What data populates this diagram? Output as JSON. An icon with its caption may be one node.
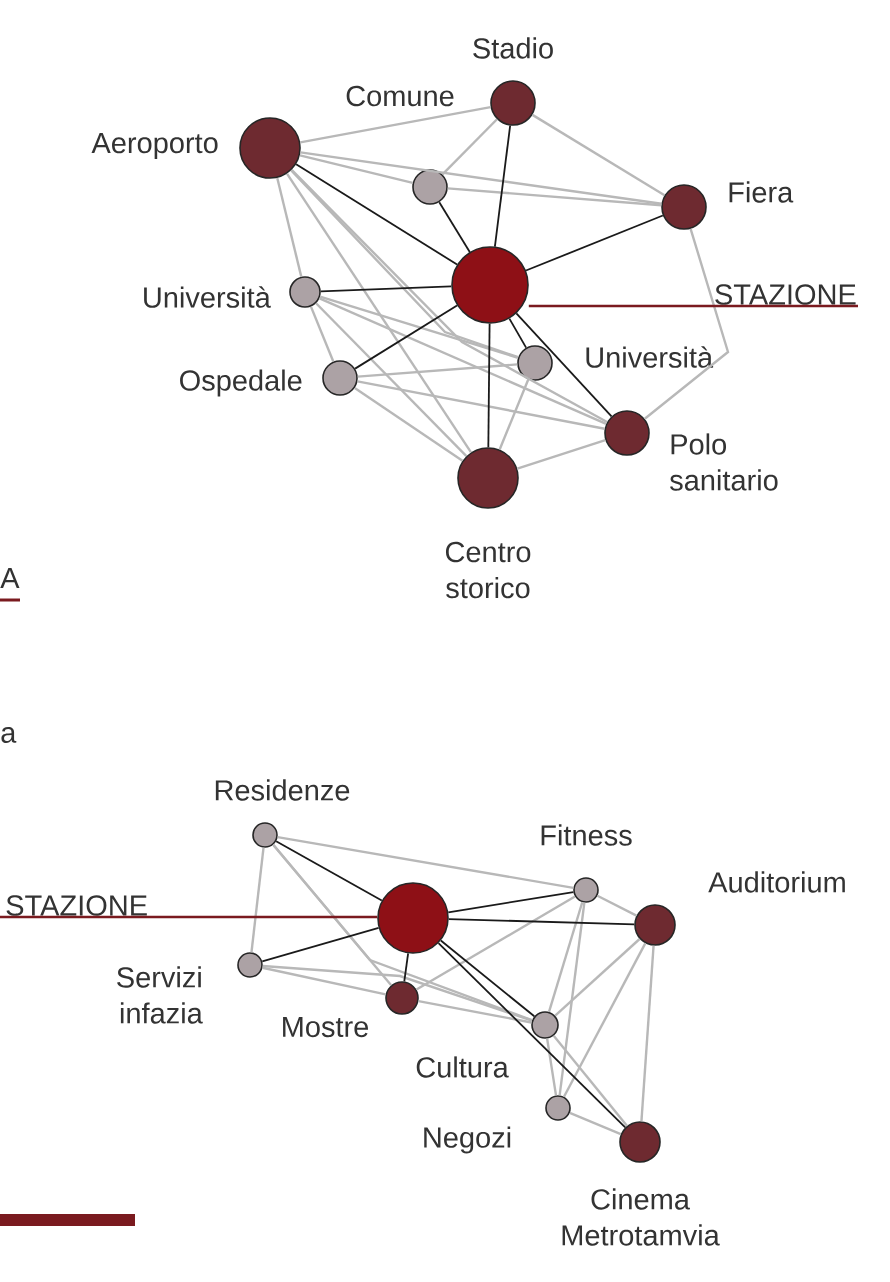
{
  "diagram": {
    "nodes": [
      {
        "text": [],
        "shape": "circle"
      },
      {
        "text": [
          "STAZIONE"
        ]
      },
      {
        "text": [
          "Stadio"
        ]
      },
      {
        "text": [
          "Aeroporto"
        ]
      },
      {
        "text": [
          "Comune"
        ]
      },
      {
        "text": [
          "Fiera"
        ]
      },
      {
        "text": [
          "Università"
        ]
      },
      {
        "text": [
          "Ospedale"
        ]
      },
      {
        "text": [
          "Università"
        ]
      },
      {
        "text": [
          "Polo sanitario"
        ]
      },
      {
        "text": [
          "Centro storico"
        ]
      },
      {
        "text": [],
        "shape": "circle"
      },
      {
        "text": [
          "STAZIONE"
        ]
      },
      {
        "text": [
          "Residenze"
        ]
      },
      {
        "text": [
          "Fitness"
        ]
      },
      {
        "text": [
          "Auditorium"
        ]
      },
      {
        "text": [
          "Servizi infazia"
        ]
      },
      {
        "text": [
          "Mostre"
        ]
      },
      {
        "text": [
          "Cultura"
        ]
      },
      {
        "text": [
          "Negozi"
        ]
      },
      {
        "text": [
          "Cinema Metrotamvia"
        ]
      }
    ],
    "edges": [
      {
        "from": 3,
        "to": 2,
        "arrow": "none"
      },
      {
        "from": 3,
        "to": 4,
        "arrow": "none"
      },
      {
        "from": 3,
        "to": 5,
        "arrow": "none"
      },
      {
        "from": 3,
        "to": 6,
        "arrow": "none"
      },
      {
        "from": 3,
        "to": 8,
        "arrow": "none"
      },
      {
        "from": 3,
        "to": 9,
        "arrow": "none"
      },
      {
        "from": 3,
        "to": 10,
        "arrow": "none"
      },
      {
        "from": 2,
        "to": 4,
        "arrow": "none"
      },
      {
        "from": 2,
        "to": 5,
        "arrow": "none"
      },
      {
        "from": 4,
        "to": 5,
        "arrow": "none"
      },
      {
        "from": 5,
        "to": 9,
        "arrow": "none"
      },
      {
        "from": 6,
        "to": 7,
        "arrow": "none"
      },
      {
        "from": 6,
        "to": 8,
        "arrow": "none"
      },
      {
        "from": 6,
        "to": 9,
        "arrow": "none"
      },
      {
        "from": 6,
        "to": 10,
        "arrow": "none"
      },
      {
        "from": 7,
        "to": 8,
        "arrow": "none"
      },
      {
        "from": 7,
        "to": 9,
        "arrow": "none"
      },
      {
        "from": 7,
        "to": 10,
        "arrow": "none"
      },
      {
        "from": 8,
        "to": 10,
        "arrow": "none"
      },
      {
        "from": 9,
        "to": 10,
        "arrow": "none"
      },
      {
        "from": 0,
        "to": 3,
        "arrow": "none",
        "color": "#1a1a1a"
      },
      {
        "from": 0,
        "to": 4,
        "arrow": "none",
        "color": "#1a1a1a"
      },
      {
        "from": 0,
        "to": 2,
        "arrow": "none",
        "color": "#1a1a1a"
      },
      {
        "from": 0,
        "to": 5,
        "arrow": "none",
        "color": "#1a1a1a"
      },
      {
        "from": 0,
        "to": 6,
        "arrow": "none",
        "color": "#1a1a1a"
      },
      {
        "from": 0,
        "to": 7,
        "arrow": "none",
        "color": "#1a1a1a"
      },
      {
        "from": 0,
        "to": 8,
        "arrow": "none",
        "color": "#1a1a1a"
      },
      {
        "from": 0,
        "to": 9,
        "arrow": "none",
        "color": "#1a1a1a"
      },
      {
        "from": 0,
        "to": 10,
        "arrow": "none",
        "color": "#1a1a1a"
      },
      {
        "from": 13,
        "to": 14,
        "arrow": "none"
      },
      {
        "from": 13,
        "to": 16,
        "arrow": "none"
      },
      {
        "from": 13,
        "to": 17,
        "arrow": "none"
      },
      {
        "from": 13,
        "to": 18,
        "arrow": "none"
      },
      {
        "from": 16,
        "to": 17,
        "arrow": "none"
      },
      {
        "from": 16,
        "to": 18,
        "arrow": "none"
      },
      {
        "from": 17,
        "to": 14,
        "arrow": "none"
      },
      {
        "from": 17,
        "to": 18,
        "arrow": "none"
      },
      {
        "from": 14,
        "to": 15,
        "arrow": "none"
      },
      {
        "from": 14,
        "to": 18,
        "arrow": "none"
      },
      {
        "from": 14,
        "to": 19,
        "arrow": "none"
      },
      {
        "from": 15,
        "to": 18,
        "arrow": "none"
      },
      {
        "from": 15,
        "to": 19,
        "arrow": "none"
      },
      {
        "from": 15,
        "to": 20,
        "arrow": "none"
      },
      {
        "from": 18,
        "to": 19,
        "arrow": "none"
      },
      {
        "from": 18,
        "to": 20,
        "arrow": "none"
      },
      {
        "from": 19,
        "to": 20,
        "arrow": "none"
      },
      {
        "from": 11,
        "to": 13,
        "arrow": "none",
        "color": "#1a1a1a"
      },
      {
        "from": 11,
        "to": 14,
        "arrow": "none",
        "color": "#1a1a1a"
      },
      {
        "from": 11,
        "to": 15,
        "arrow": "none",
        "color": "#1a1a1a"
      },
      {
        "from": 11,
        "to": 16,
        "arrow": "none",
        "color": "#1a1a1a"
      },
      {
        "from": 11,
        "to": 17,
        "arrow": "none",
        "color": "#1a1a1a"
      },
      {
        "from": 11,
        "to": 18,
        "arrow": "none",
        "color": "#1a1a1a"
      },
      {
        "from": 11,
        "to": 20,
        "arrow": "none",
        "color": "#1a1a1a"
      },
      {
        "from": 1,
        "to": 0,
        "arrow": "none",
        "color": "#7a1a1f"
      },
      {
        "from": 12,
        "to": 11,
        "arrow": "none",
        "color": "#7a1a1f"
      }
    ],
    "labels": [
      "A",
      "a"
    ]
  }
}
